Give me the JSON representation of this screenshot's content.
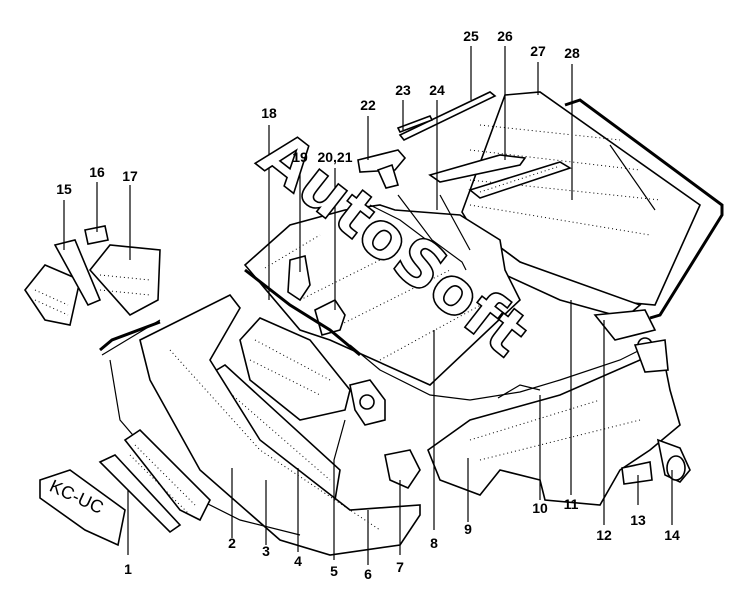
{
  "watermark": "AutoSoft",
  "plate_text": "KC-UC",
  "callouts": [
    {
      "id": "1",
      "label": "1"
    },
    {
      "id": "2",
      "label": "2"
    },
    {
      "id": "3",
      "label": "3"
    },
    {
      "id": "4",
      "label": "4"
    },
    {
      "id": "5",
      "label": "5"
    },
    {
      "id": "6",
      "label": "6"
    },
    {
      "id": "7",
      "label": "7"
    },
    {
      "id": "8",
      "label": "8"
    },
    {
      "id": "9",
      "label": "9"
    },
    {
      "id": "10",
      "label": "10"
    },
    {
      "id": "11",
      "label": "11"
    },
    {
      "id": "12",
      "label": "12"
    },
    {
      "id": "13",
      "label": "13"
    },
    {
      "id": "14",
      "label": "14"
    },
    {
      "id": "15",
      "label": "15"
    },
    {
      "id": "16",
      "label": "16"
    },
    {
      "id": "17",
      "label": "17"
    },
    {
      "id": "18",
      "label": "18"
    },
    {
      "id": "19",
      "label": "19"
    },
    {
      "id": "20_21",
      "label": "20,21"
    },
    {
      "id": "22",
      "label": "22"
    },
    {
      "id": "23",
      "label": "23"
    },
    {
      "id": "24",
      "label": "24"
    },
    {
      "id": "25",
      "label": "25"
    },
    {
      "id": "26",
      "label": "26"
    },
    {
      "id": "27",
      "label": "27"
    },
    {
      "id": "28",
      "label": "28"
    }
  ]
}
